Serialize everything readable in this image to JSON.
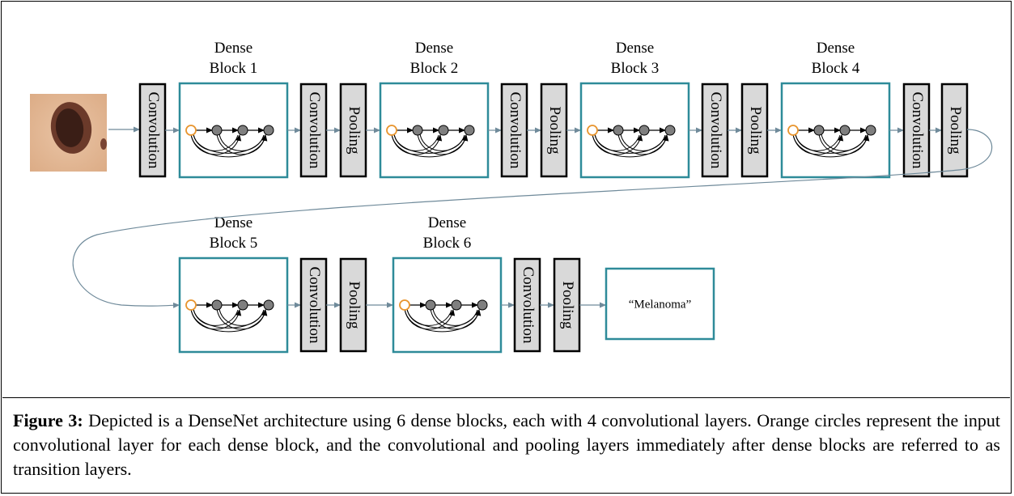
{
  "diagram": {
    "input_image": "skin-lesion-photo",
    "row1": [
      {
        "type": "layer",
        "label": "Convolution"
      },
      {
        "type": "block",
        "label1": "Dense",
        "label2": "Block 1"
      },
      {
        "type": "layer",
        "label": "Convolution"
      },
      {
        "type": "layer",
        "label": "Pooling"
      },
      {
        "type": "block",
        "label1": "Dense",
        "label2": "Block 2"
      },
      {
        "type": "layer",
        "label": "Convolution"
      },
      {
        "type": "layer",
        "label": "Pooling"
      },
      {
        "type": "block",
        "label1": "Dense",
        "label2": "Block 3"
      },
      {
        "type": "layer",
        "label": "Convolution"
      },
      {
        "type": "layer",
        "label": "Pooling"
      },
      {
        "type": "block",
        "label1": "Dense",
        "label2": "Block 4"
      },
      {
        "type": "layer",
        "label": "Convolution"
      },
      {
        "type": "layer",
        "label": "Pooling"
      }
    ],
    "row2": [
      {
        "type": "block",
        "label1": "Dense",
        "label2": "Block 5"
      },
      {
        "type": "layer",
        "label": "Convolution"
      },
      {
        "type": "layer",
        "label": "Pooling"
      },
      {
        "type": "block",
        "label1": "Dense",
        "label2": "Block 6"
      },
      {
        "type": "layer",
        "label": "Convolution"
      },
      {
        "type": "layer",
        "label": "Pooling"
      },
      {
        "type": "output",
        "label": "“Melanoma”"
      }
    ],
    "colors": {
      "block_border": "#2e8b99",
      "layer_fill": "#d9d9d9",
      "node_fill": "#7f7f7f",
      "input_node": "#e8952e",
      "arrow": "#6f8a9a"
    }
  },
  "caption": {
    "label": "Figure 3:",
    "text": " Depicted is a DenseNet architecture using 6 dense blocks, each with 4 convolutional layers. Orange circles represent the input convolutional layer for each dense block, and the convolutional and pooling layers immediately after dense blocks are referred to as transition layers."
  }
}
